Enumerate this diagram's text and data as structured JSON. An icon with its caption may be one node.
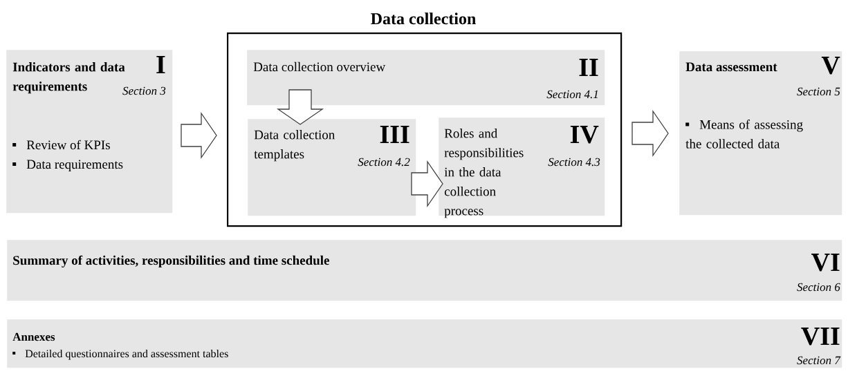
{
  "diagram": {
    "nodes": [
      {
        "text": [
          "Indicators and data requirements",
          "I",
          "Section 3",
          "Review of KPIs",
          "Data requirements"
        ]
      },
      {
        "text": [
          "Data collection"
        ]
      },
      {
        "text": [
          "Data collection overview",
          "II",
          "Section 4.1"
        ],
        "in": 1
      },
      {
        "text": [
          "Data collection templates",
          "III",
          "Section 4.2"
        ],
        "in": 1
      },
      {
        "text": [
          "Roles and responsibilities in the data collection process",
          "IV",
          "Section 4.3"
        ],
        "in": 1
      },
      {
        "text": [
          "Data assessment",
          "V",
          "Section 5",
          "Means of assessing the collected data"
        ]
      },
      {
        "text": [
          "Summary of activities, responsibilities and time schedule",
          "VI",
          "Section 6"
        ]
      },
      {
        "text": [
          "Annexes",
          "VII",
          "Section 7",
          "Detailed questionnaires and assessment tables"
        ]
      }
    ],
    "edges": [
      {
        "from": 0,
        "to": 1,
        "arrow": "to"
      },
      {
        "from": 2,
        "to": 3,
        "arrow": "to"
      },
      {
        "from": 3,
        "to": 4,
        "arrow": "to"
      },
      {
        "from": 1,
        "to": 5,
        "arrow": "to"
      }
    ]
  }
}
